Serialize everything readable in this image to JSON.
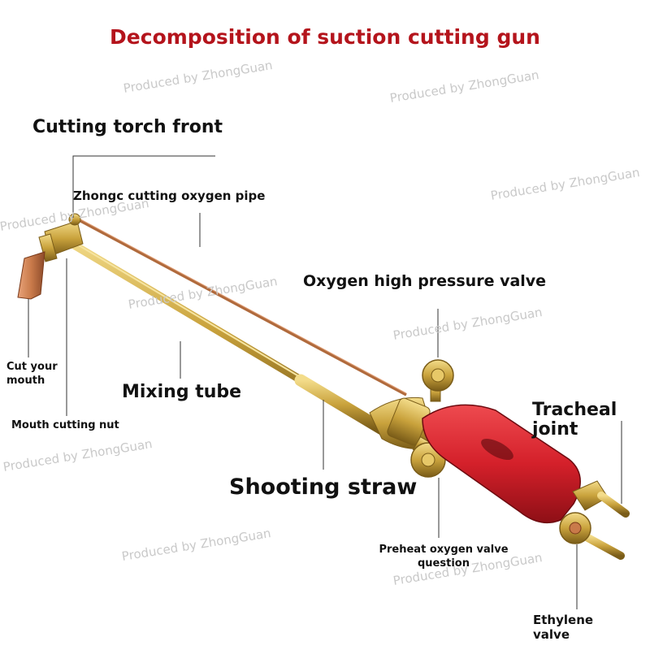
{
  "title": "Decomposition of suction cutting gun",
  "watermark": "Produced by ZhongGuan",
  "labels": {
    "front": "Cutting torch front",
    "oxygen_pipe": "Zhongc cutting oxygen pipe",
    "high_valve": "Oxygen high pressure valve",
    "mouth": "Cut your mouth",
    "mixing": "Mixing tube",
    "nut": "Mouth cutting nut",
    "tracheal": "Tracheal joint",
    "straw": "Shooting straw",
    "preheat": "Preheat oxygen valve question",
    "ethylene": "Ethylene valve"
  },
  "colors": {
    "title": "#b4141c",
    "brass": "#c9a23c",
    "brass_dark": "#8a6a1c",
    "copper": "#c97a4a",
    "handle_red": "#d4202a",
    "leader": "#333333"
  }
}
